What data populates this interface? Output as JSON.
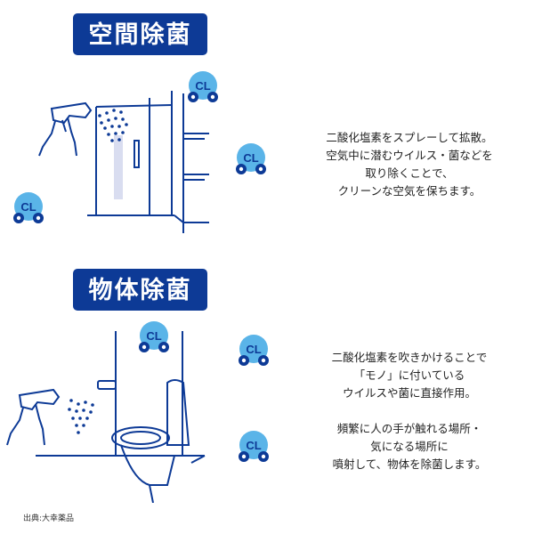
{
  "section1": {
    "title": "空間除菌",
    "description": [
      "二酸化塩素をスプレーして拡散。",
      "空気中に潜むウイルス・菌などを",
      "取り除くことで、",
      "クリーンな空気を保ちます。"
    ],
    "molecule_label": "CL"
  },
  "section2": {
    "title": "物体除菌",
    "description": [
      "二酸化塩素を吹きかけることで",
      "「モノ」に付いている",
      "ウイルスや菌に直接作用。",
      "",
      "頻繁に人の手が触れる場所・",
      "気になる場所に",
      "噴射して、物体を除菌します。"
    ],
    "molecule_label": "CL"
  },
  "source": "出典:大幸薬品",
  "colors": {
    "navy": "#0d3a96",
    "light_blue": "#5ab4e8",
    "dot": "#0d3a96"
  }
}
